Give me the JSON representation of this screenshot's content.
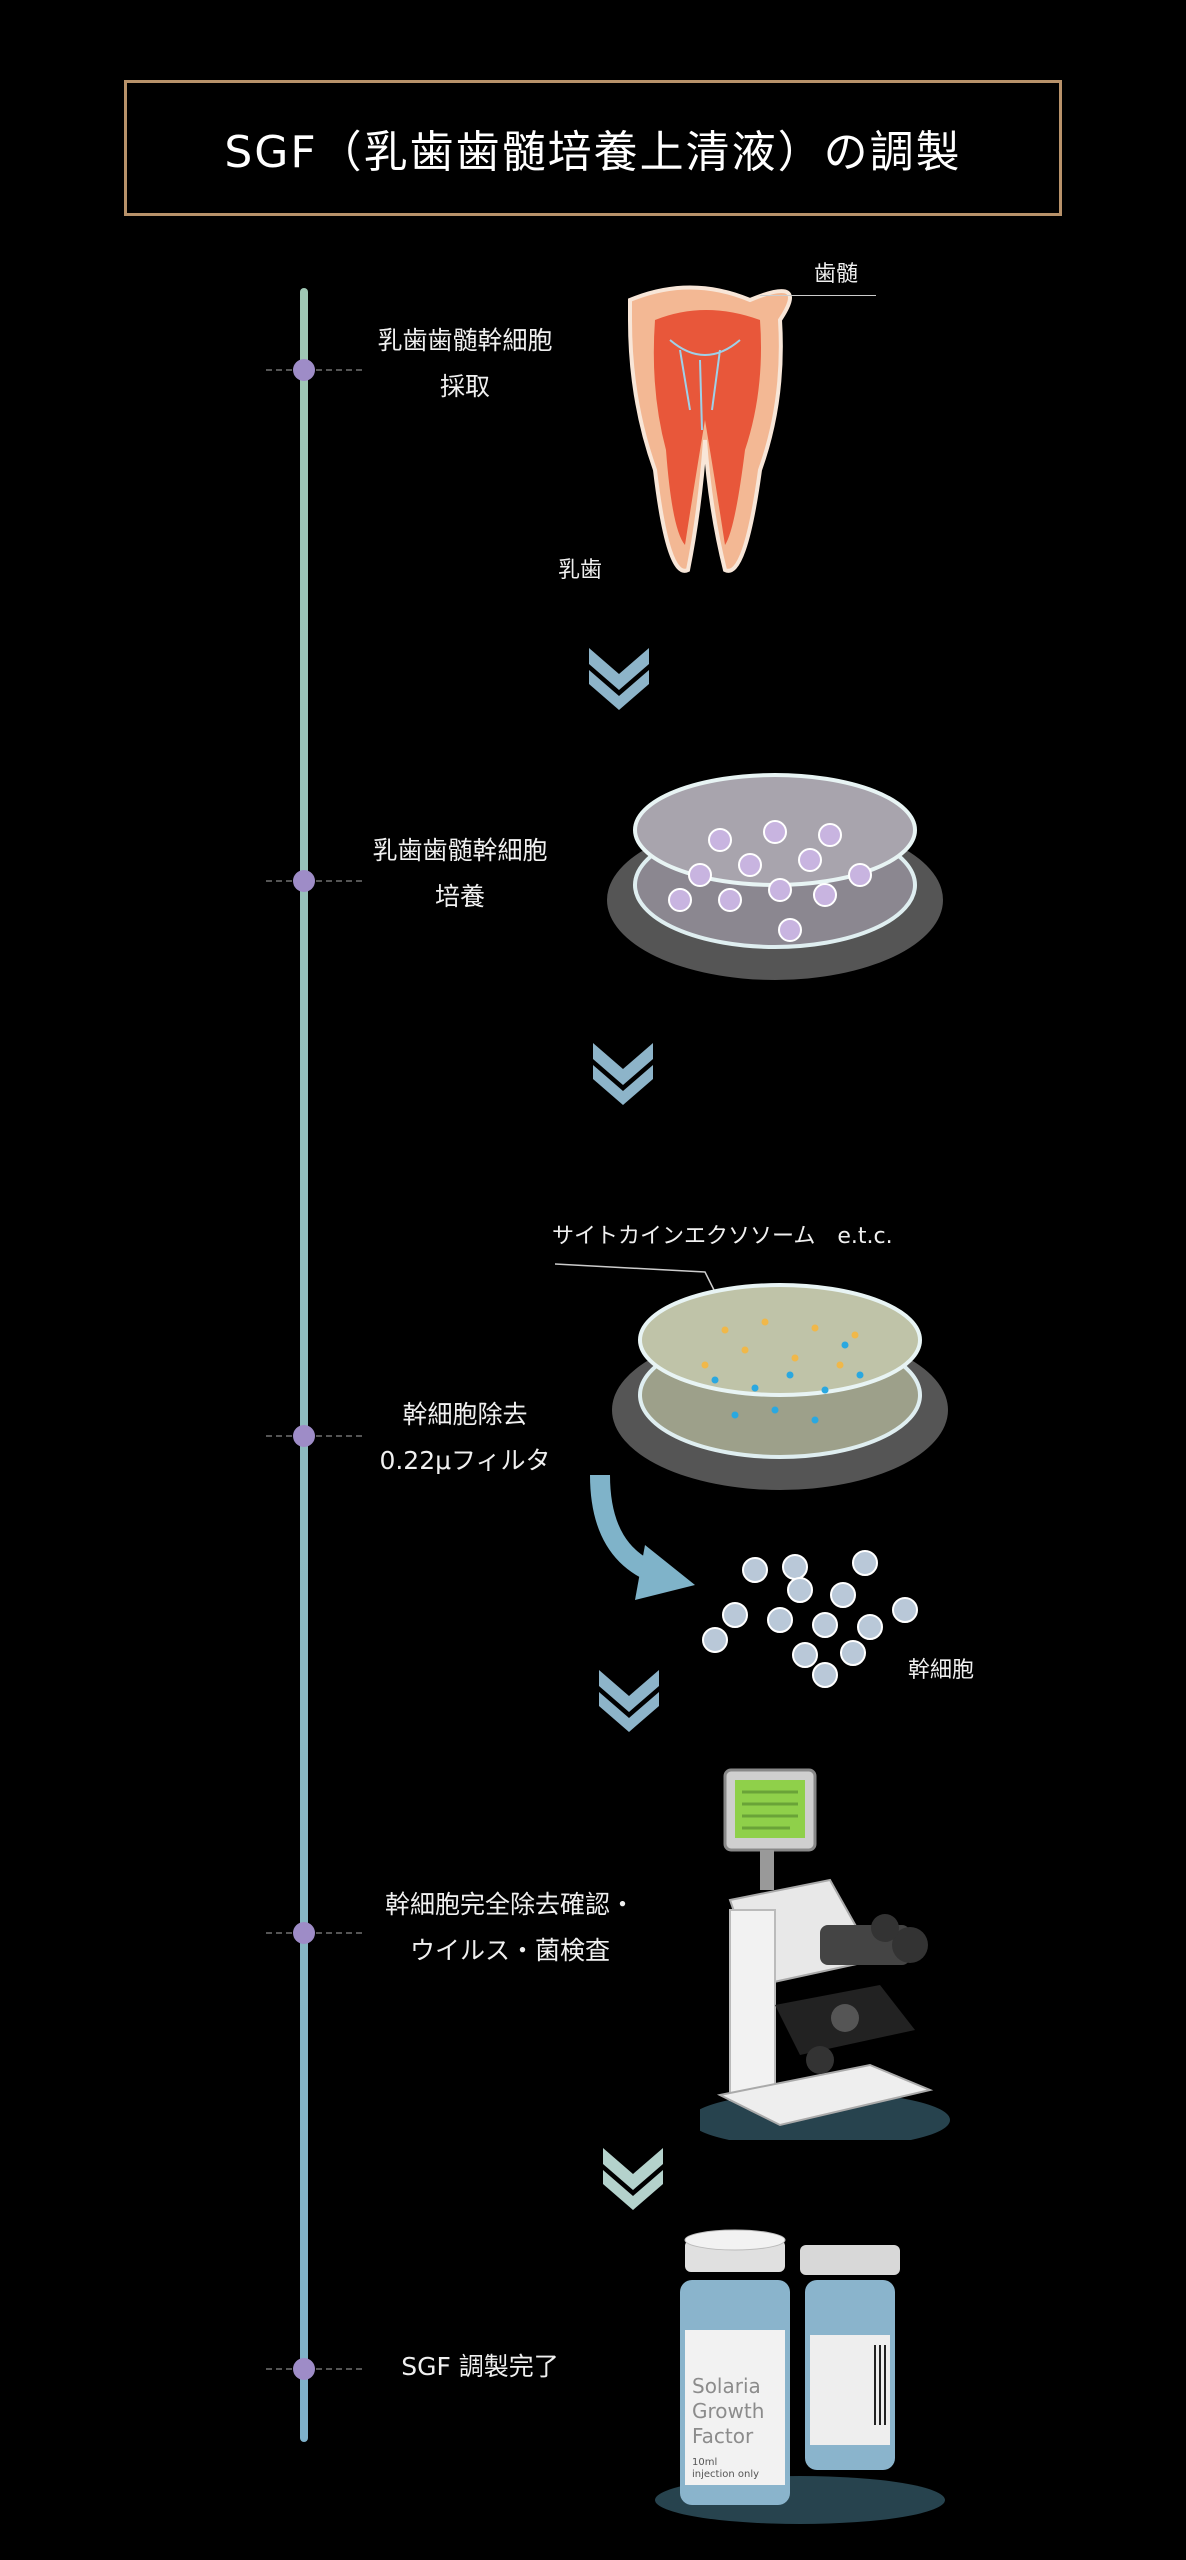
{
  "title": "SGF（乳歯歯髄培養上清液）の調製",
  "steps": [
    {
      "line1": "乳歯歯髄幹細胞",
      "line2": "採取"
    },
    {
      "line1": "乳歯歯髄幹細胞",
      "line2": "培養"
    },
    {
      "line1": "幹細胞除去",
      "line2": "0.22μフィルタ"
    },
    {
      "line1": "幹細胞完全除去確認・",
      "line2": "ウイルス・菌検査"
    },
    {
      "line1": "SGF 調製完了",
      "line2": ""
    }
  ],
  "annotations": {
    "pulp": "歯髄",
    "baby_tooth": "乳歯",
    "cytokine": "サイトカインエクソソーム　e.t.c.",
    "stem_cells": "幹細胞"
  },
  "vial": {
    "line1": "Solaria",
    "line2": "Growth",
    "line3": "Factor",
    "small1": "10ml",
    "small2": "injection only"
  },
  "colors": {
    "frame": "#b8926a",
    "timeline": "#8fbcc4",
    "dot": "#9e8cc7",
    "chevron": "#8db4c9"
  }
}
